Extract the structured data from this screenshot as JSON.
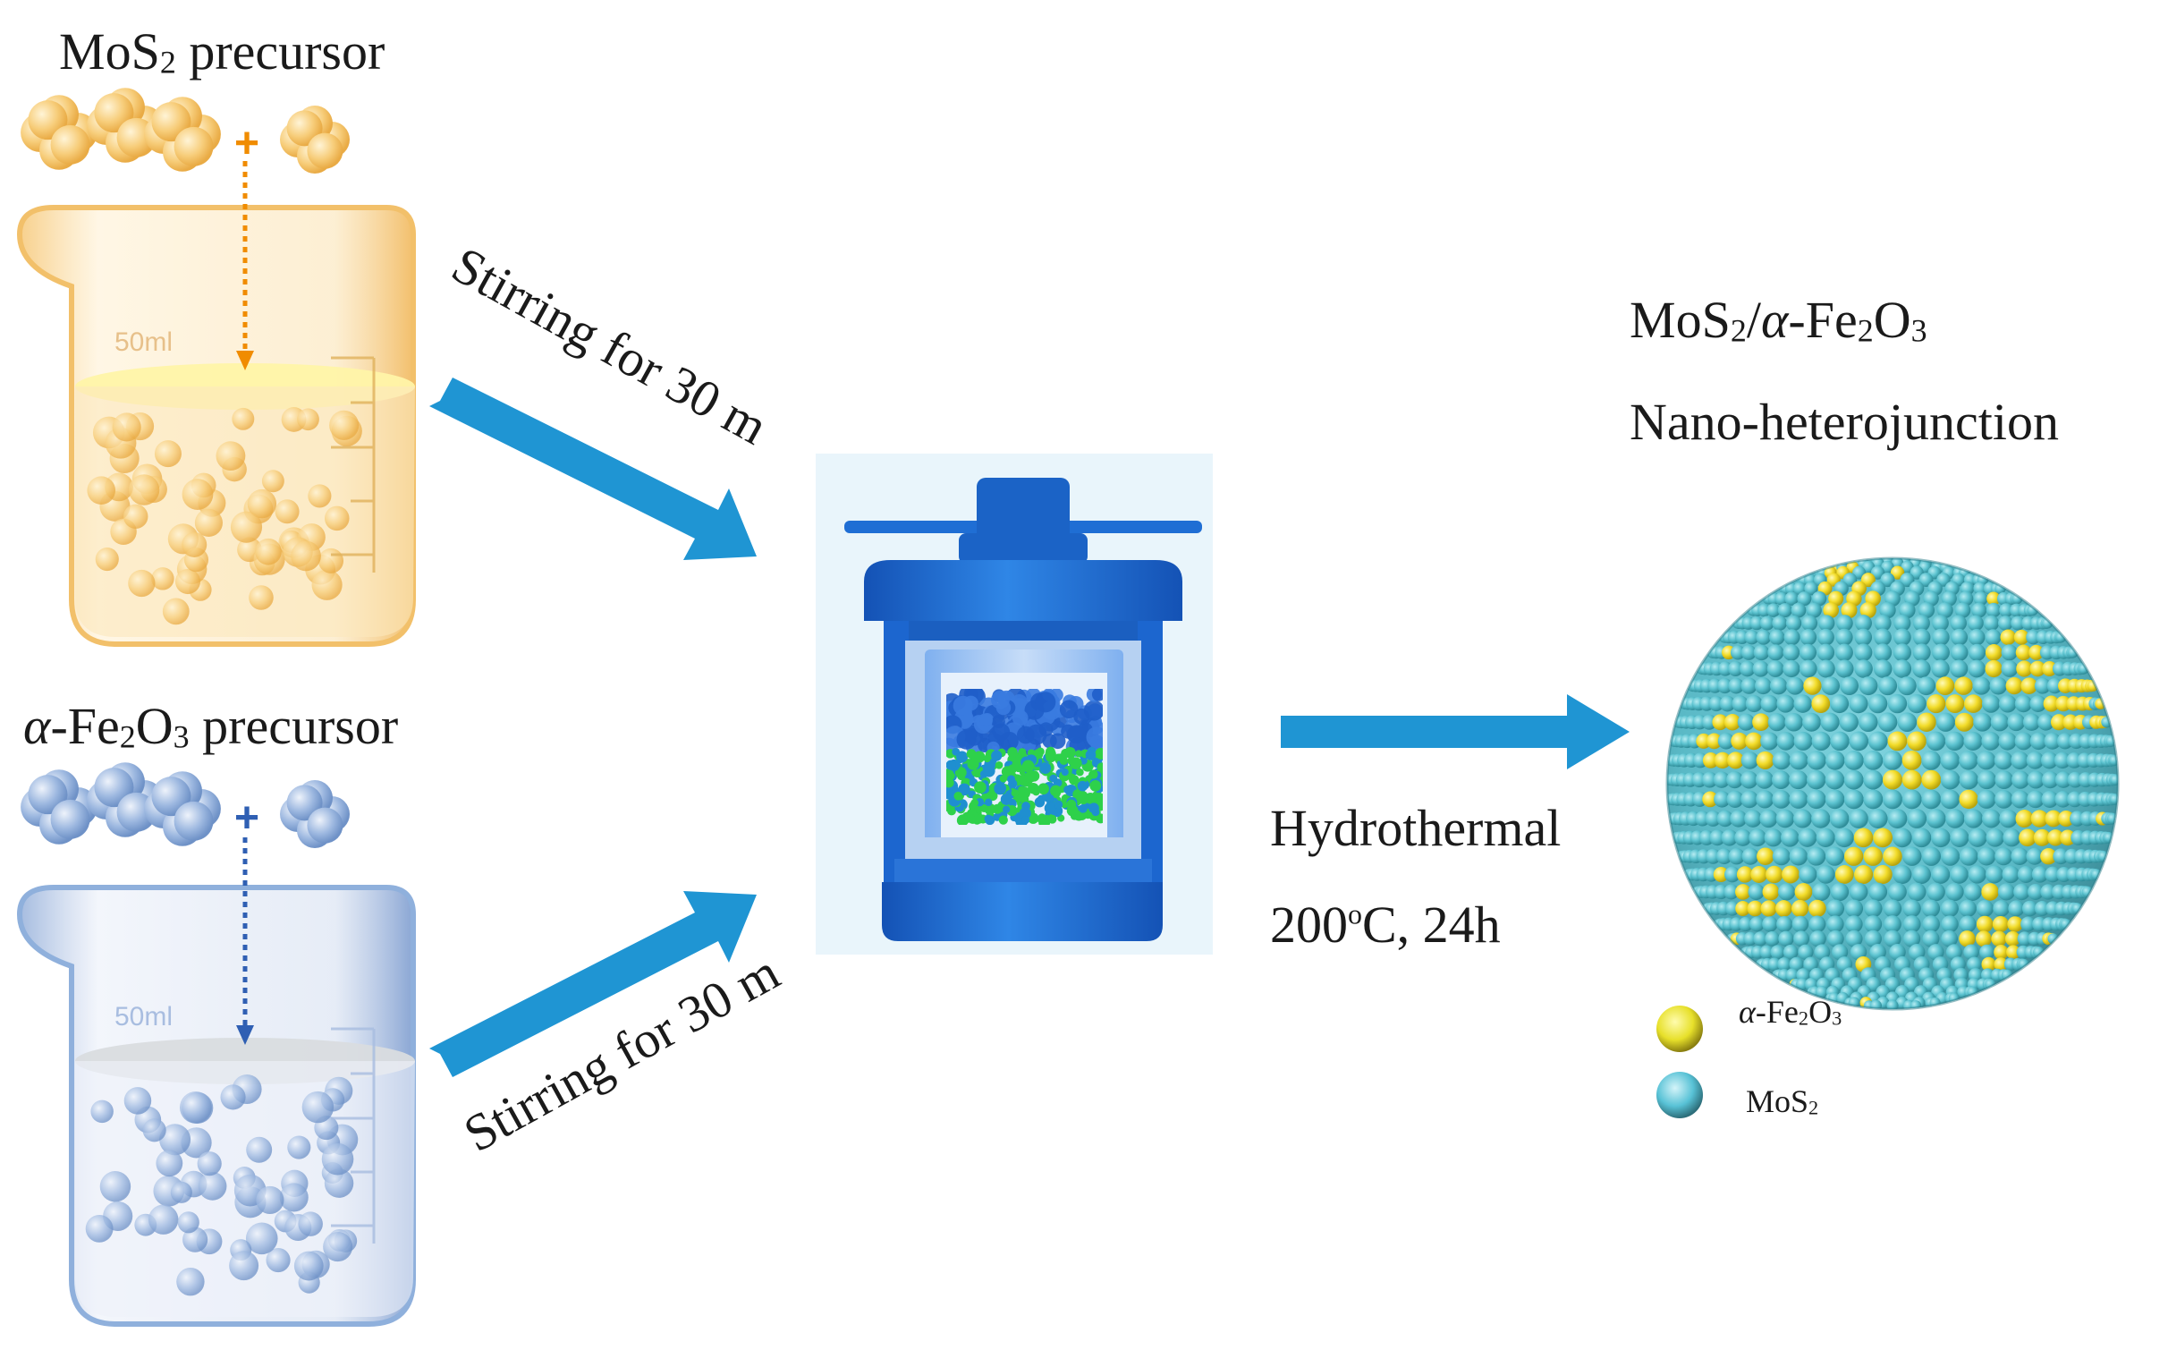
{
  "labels": {
    "mos2_precursor": [
      "MoS",
      "2",
      " precursor"
    ],
    "fe2o3_precursor": [
      "α",
      "-Fe",
      "2",
      "O",
      "3",
      " precursor"
    ],
    "stirring_top": "Stirring for 30 m",
    "stirring_bottom": "Stirring for 30 m",
    "hydrothermal": "Hydrothermal",
    "conditions": [
      "200",
      "o",
      "C, 24h"
    ],
    "product_line1": [
      "MoS",
      "2",
      "/",
      "α",
      "-Fe",
      "2",
      "O",
      "3"
    ],
    "product_line2": "Nano-heterojunction",
    "beaker_volume_top": "50ml",
    "beaker_volume_bottom": "50ml",
    "plus_sign": "+"
  },
  "legend": [
    {
      "label": [
        "α",
        "-Fe",
        "2",
        "O",
        "3"
      ],
      "color": "#e8e22a"
    },
    {
      "label": [
        "MoS",
        "2"
      ],
      "color": "#4fc3d6"
    }
  ],
  "colors": {
    "orange_beaker": "#f5c46a",
    "blue_beaker": "#8aaad6",
    "arrow": "#1f95d3",
    "autoclave": "#1d6fd3",
    "mos2_particle": "#5cbcc8",
    "fe2o3_particle": "#eed72b",
    "green_powder": "#2ed14a"
  }
}
